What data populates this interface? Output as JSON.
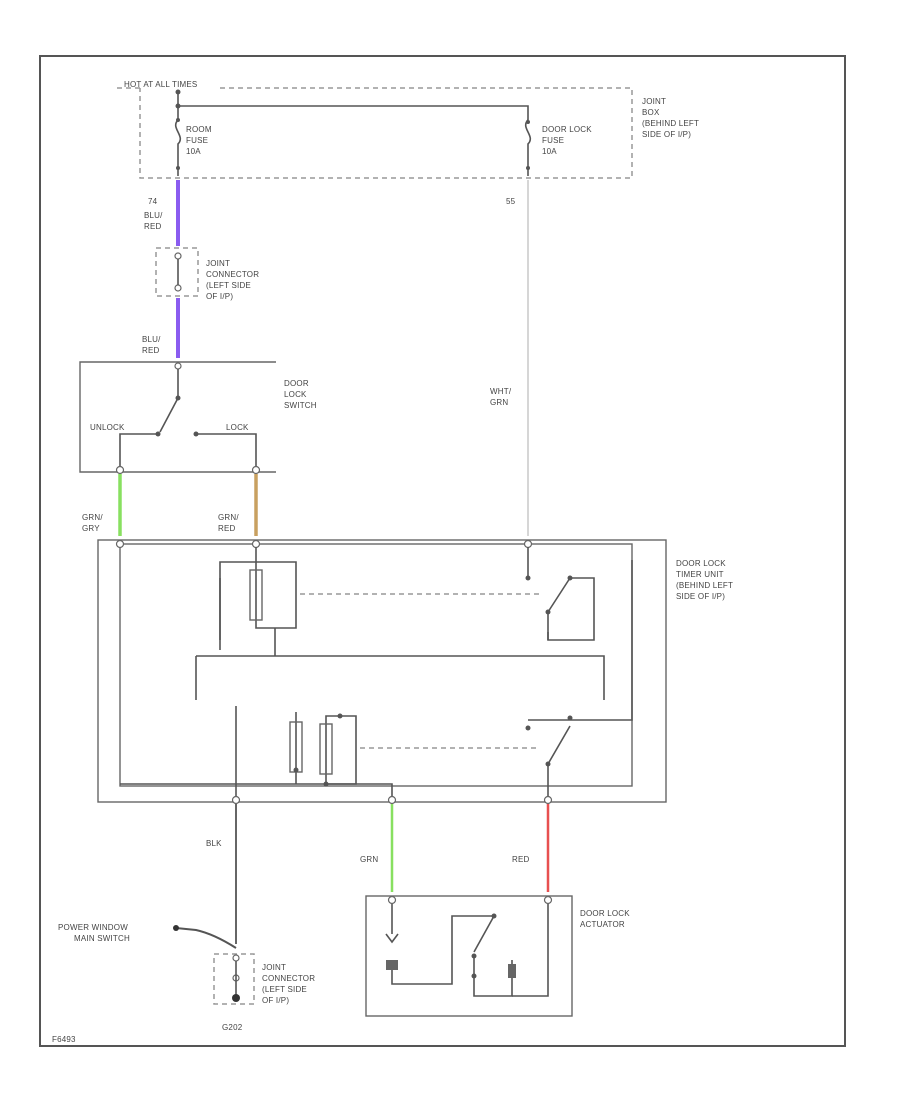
{
  "diagram_id": "F6493",
  "fuse_box": {
    "header": "HOT AT ALL TIMES",
    "fuse1": [
      "ROOM",
      "FUSE",
      "10A"
    ],
    "fuse2": [
      "DOOR LOCK",
      "FUSE",
      "10A"
    ],
    "name": [
      "JOINT",
      "BOX",
      "(BEHIND LEFT",
      "SIDE OF I/P)"
    ]
  },
  "pins": {
    "p74": "74",
    "p55": "55"
  },
  "wire_colors": {
    "blu": "#8a5cf0",
    "gra": "#c8a060",
    "grn": "#88e060",
    "red": "#e85050",
    "wht": "#dddddd",
    "blk": "#555555"
  },
  "wires": {
    "blu_red_top": [
      "BLU/",
      "RED"
    ],
    "blu_red_mid": [
      "BLU/",
      "RED"
    ],
    "wht_grn": [
      "WHT/",
      "GRN"
    ],
    "grn_gry": [
      "GRN/",
      "GRY"
    ],
    "grn_red": [
      "GRN/",
      "RED"
    ],
    "blk": "BLK",
    "grn": "GRN",
    "red": "RED"
  },
  "joint_connector_top": [
    "JOINT",
    "CONNECTOR",
    "(LEFT SIDE",
    "OF I/P)"
  ],
  "joint_connector_bottom": [
    "JOINT",
    "CONNECTOR",
    "(LEFT SIDE",
    "OF I/P)"
  ],
  "door_lock_switch": {
    "name": [
      "DOOR",
      "LOCK",
      "SWITCH"
    ],
    "unlock": "UNLOCK",
    "lock": "LOCK"
  },
  "timer_unit": {
    "name": [
      "DOOR LOCK",
      "TIMER UNIT",
      "(BEHIND LEFT",
      "SIDE OF I/P)"
    ]
  },
  "actuator": {
    "name": [
      "DOOR LOCK",
      "ACTUATOR"
    ]
  },
  "power_window": [
    "POWER WINDOW",
    "MAIN SWITCH"
  ],
  "ground": "G202"
}
